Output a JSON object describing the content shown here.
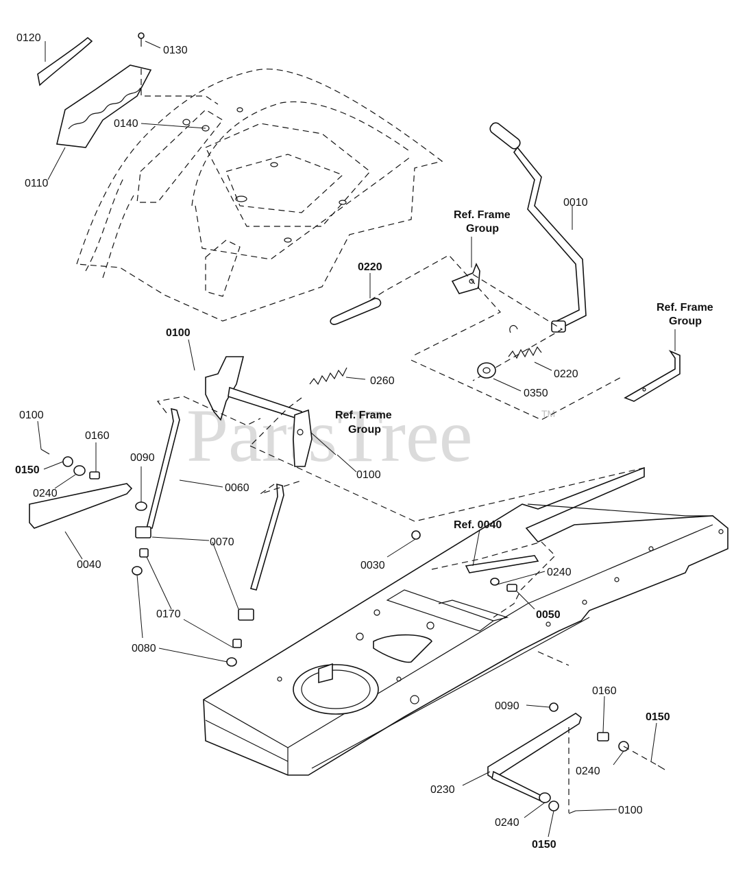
{
  "watermark": {
    "text": "PartsTree",
    "tm": "TM"
  },
  "callouts": {
    "p0120": "0120",
    "p0130": "0130",
    "p0140": "0140",
    "p0110": "0110",
    "p0010": "0010",
    "ref_frame_1": "Ref. Frame",
    "ref_frame_1b": "Group",
    "p0220_top": "0220",
    "ref_frame_2": "Ref. Frame",
    "ref_frame_2b": "Group",
    "p0100_a": "0100",
    "p0260": "0260",
    "p0220_b": "0220",
    "p0350": "0350",
    "p0100_b": "0100",
    "ref_frame_3": "Ref. Frame",
    "ref_frame_3b": "Group",
    "p0160_l": "0160",
    "p0150_l": "0150",
    "p0240_l": "0240",
    "p0090_l": "0090",
    "p0060": "0060",
    "p0100_c": "0100",
    "p0040": "0040",
    "p0070": "0070",
    "p0030": "0030",
    "ref0040": "Ref. 0040",
    "p0240_m": "0240",
    "p0050": "0050",
    "p0170": "0170",
    "p0080": "0080",
    "p0090_r": "0090",
    "p0160_r": "0160",
    "p0150_r": "0150",
    "p0240_r": "0240",
    "p0230": "0230",
    "p0100_r": "0100",
    "p0240_rb": "0240",
    "p0150_rb": "0150"
  },
  "colors": {
    "ink": "#111111",
    "watermark": "#cfcfcf",
    "background": "#ffffff"
  }
}
